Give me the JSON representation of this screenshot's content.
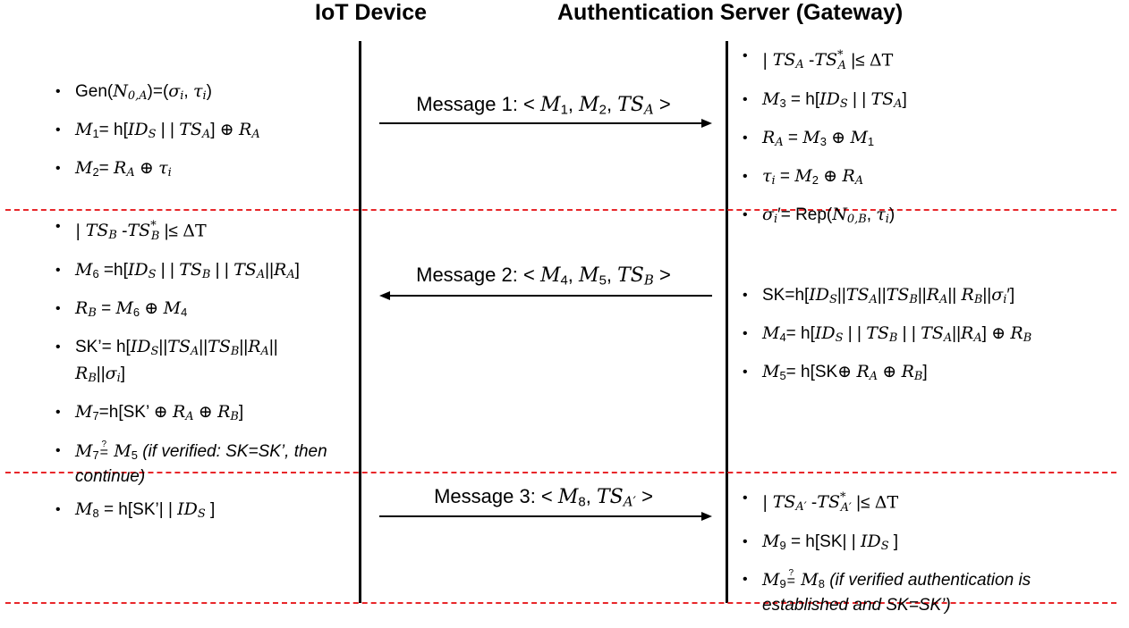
{
  "titles": {
    "device": "IoT Device",
    "server": "Authentication Server (Gateway)"
  },
  "messages": [
    {
      "prefix": "Message 1: <",
      "suffix": ">",
      "direction": "right"
    },
    {
      "prefix": "Message 2: <",
      "suffix": ">",
      "direction": "left"
    },
    {
      "prefix": "Message 3: <",
      "suffix": ">",
      "direction": "right"
    }
  ],
  "text": {
    "gen": "Gen(",
    "rep": "Rep(",
    "sk_eq": "SK=h[",
    "skp_eq": "SK’= h[",
    "m7_h": "=h[SK’",
    "m5_h": "= h[SK",
    "m8_h": "= h[SK’| |",
    "m9_h": "= h[SK| |",
    "verify1": "(if verified: SK=SK’, then continue)",
    "verify2": "(if verified authentication is established and SK=SK’)"
  },
  "colors": {
    "separator": "#e8262a",
    "line": "#000000"
  }
}
